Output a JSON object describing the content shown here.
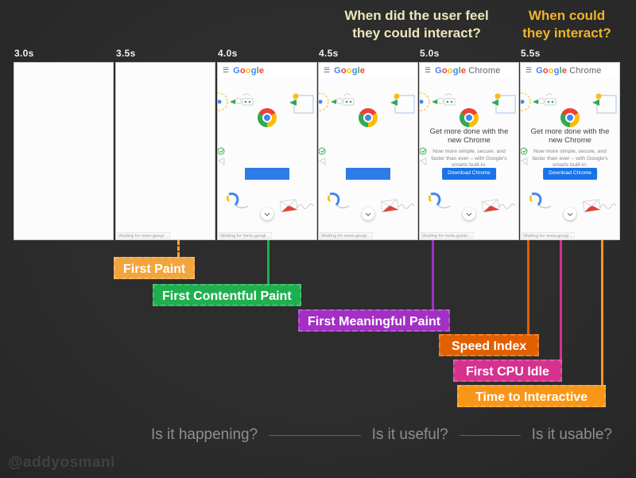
{
  "questions": {
    "feel": "When did the user feel\nthey could interact?",
    "feel_color": "#EDE7BB",
    "could": "When could\nthey interact?",
    "could_color": "#EFB42B"
  },
  "brand": {
    "letters": [
      "G",
      "o",
      "o",
      "g",
      "l",
      "e"
    ],
    "letter_colors": [
      "#4285F4",
      "#EA4335",
      "#FBBC05",
      "#4285F4",
      "#34A853",
      "#EA4335"
    ],
    "chrome": "Chrome"
  },
  "chrome_page": {
    "headline": "Get more done with the new Chrome",
    "subtext": "Now more simple, secure, and faster than ever – with Google's smarts built-in.",
    "button_label": "Download Chrome"
  },
  "frames": [
    {
      "time": "3.0s",
      "status": ""
    },
    {
      "time": "3.5s",
      "status": "Waiting for www.googl…"
    },
    {
      "time": "4.0s",
      "status": "Waiting for fonts.googl…"
    },
    {
      "time": "4.5s",
      "status": "Waiting for www.googl…"
    },
    {
      "time": "5.0s",
      "status": "Waiting for fonts.gstati…"
    },
    {
      "time": "5.5s",
      "status": "Waiting for www.googl…"
    }
  ],
  "metrics": [
    {
      "label": "First Paint",
      "color": "#F2A43D"
    },
    {
      "label": "First Contentful Paint",
      "color": "#1FAF4F"
    },
    {
      "label": "First Meaningful Paint",
      "color": "#A32FC5"
    },
    {
      "label": "Speed Index",
      "color": "#E06000"
    },
    {
      "label": "First CPU Idle",
      "color": "#D5318F"
    },
    {
      "label": "Time to Interactive",
      "color": "#F89617"
    }
  ],
  "footer": {
    "happening": "Is it happening?",
    "useful": "Is it useful?",
    "usable": "Is it usable?"
  },
  "watermark": "@addyosmani"
}
